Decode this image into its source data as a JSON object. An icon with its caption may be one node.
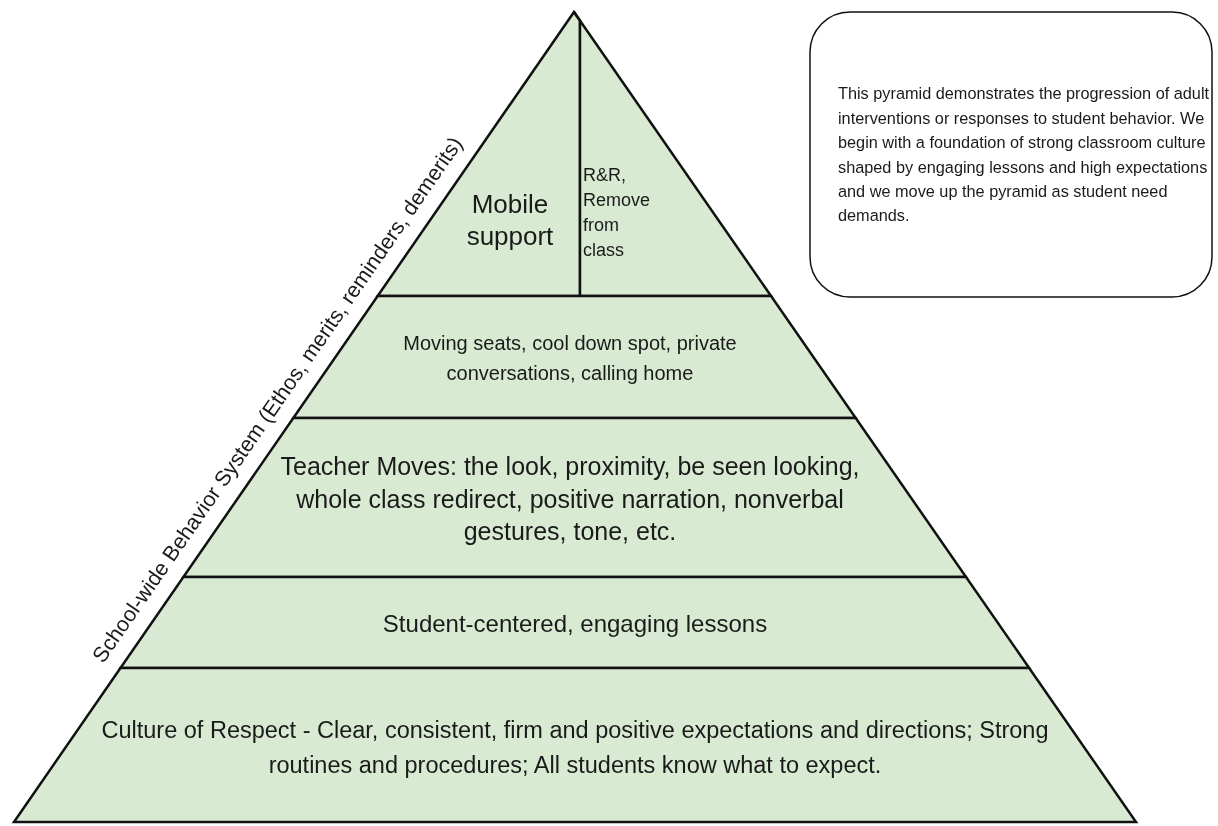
{
  "diagram": {
    "nodes": [
      {
        "text": [
          "Mobile support"
        ]
      },
      {
        "text": [
          "R&R, Remove from class"
        ]
      },
      {
        "text": [
          "Moving seats, cool down spot, private conversations, calling home"
        ]
      },
      {
        "text": [
          "Teacher Moves: the look, proximity, be seen looking, whole class redirect, positive narration, nonverbal gestures, tone, etc."
        ]
      },
      {
        "text": [
          "Student-centered, engaging lessons"
        ]
      },
      {
        "text": [
          "Culture of Respect - Clear, consistent, firm and positive expectations and directions; Strong routines and procedures; All students know what to expect."
        ]
      },
      {
        "text": [
          "This pyramid demonstrates the progression of adult interventions or responses to student behavior. We begin with a foundation of strong classroom culture shaped by engaging lessons and high expectations and we move up the pyramid as student need demands."
        ]
      }
    ],
    "labels": [
      "School-wide Behavior System (Ethos, merits, reminders, demerits)"
    ]
  }
}
